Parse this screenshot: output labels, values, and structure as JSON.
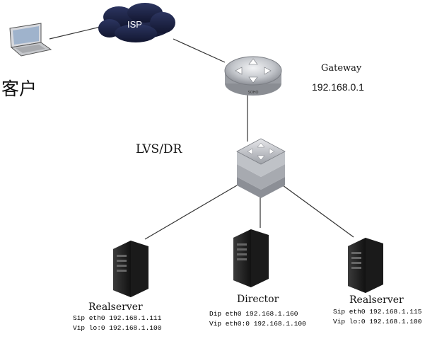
{
  "client": {
    "label": "客户",
    "icon": "laptop-icon"
  },
  "isp": {
    "label": "ISP",
    "icon": "cloud-icon"
  },
  "gateway": {
    "label": "Gateway",
    "ip": "192.168.0.1",
    "icon": "router-icon"
  },
  "lvs": {
    "label": "LVS/DR",
    "icon": "switch-icon"
  },
  "servers": [
    {
      "title": "Realserver",
      "line1": "Sip eth0 192.168.1.111",
      "line2": "Vip lo:0 192.168.1.100",
      "icon": "server-tower-icon"
    },
    {
      "title": "Director",
      "line1": "Dip eth0 192.168.1.160",
      "line2": "Vip eth0:0 192.168.1.100",
      "icon": "server-tower-icon"
    },
    {
      "title": "Realserver",
      "line1": "Sip eth0 192.168.1.115",
      "line2": "Vip lo:0 192.168.1.100",
      "icon": "server-tower-icon"
    }
  ],
  "colors": {
    "cloud": "#1c2140",
    "device": "#b9bcc2",
    "server": "#2a2a2a",
    "line": "#333333"
  }
}
